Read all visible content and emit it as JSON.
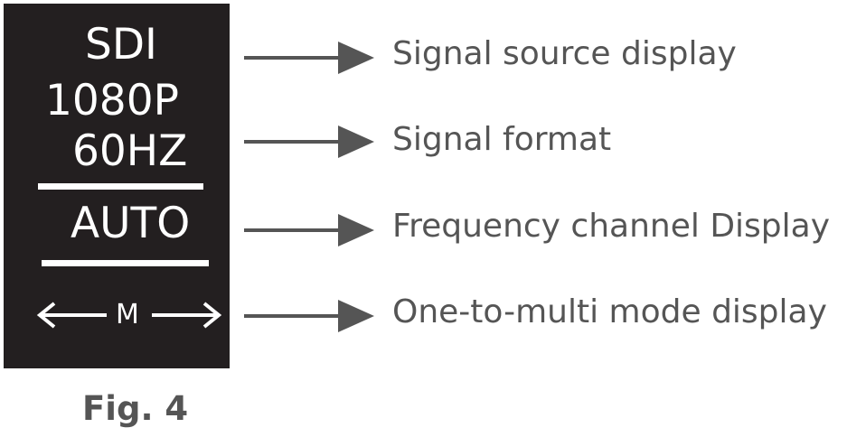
{
  "display": {
    "signal_source": "SDI",
    "resolution": "1080P",
    "refresh_rate": "60HZ",
    "frequency_channel": "AUTO",
    "mode": "M"
  },
  "callouts": [
    {
      "label": "Signal source display"
    },
    {
      "label": "Signal format"
    },
    {
      "label": "Frequency channel Display"
    },
    {
      "label": "One-to-multi mode display"
    }
  ],
  "caption": "Fig. 4",
  "colors": {
    "panel_background": "#231f20",
    "panel_text": "#ffffff",
    "callout_gray": "#555555"
  }
}
